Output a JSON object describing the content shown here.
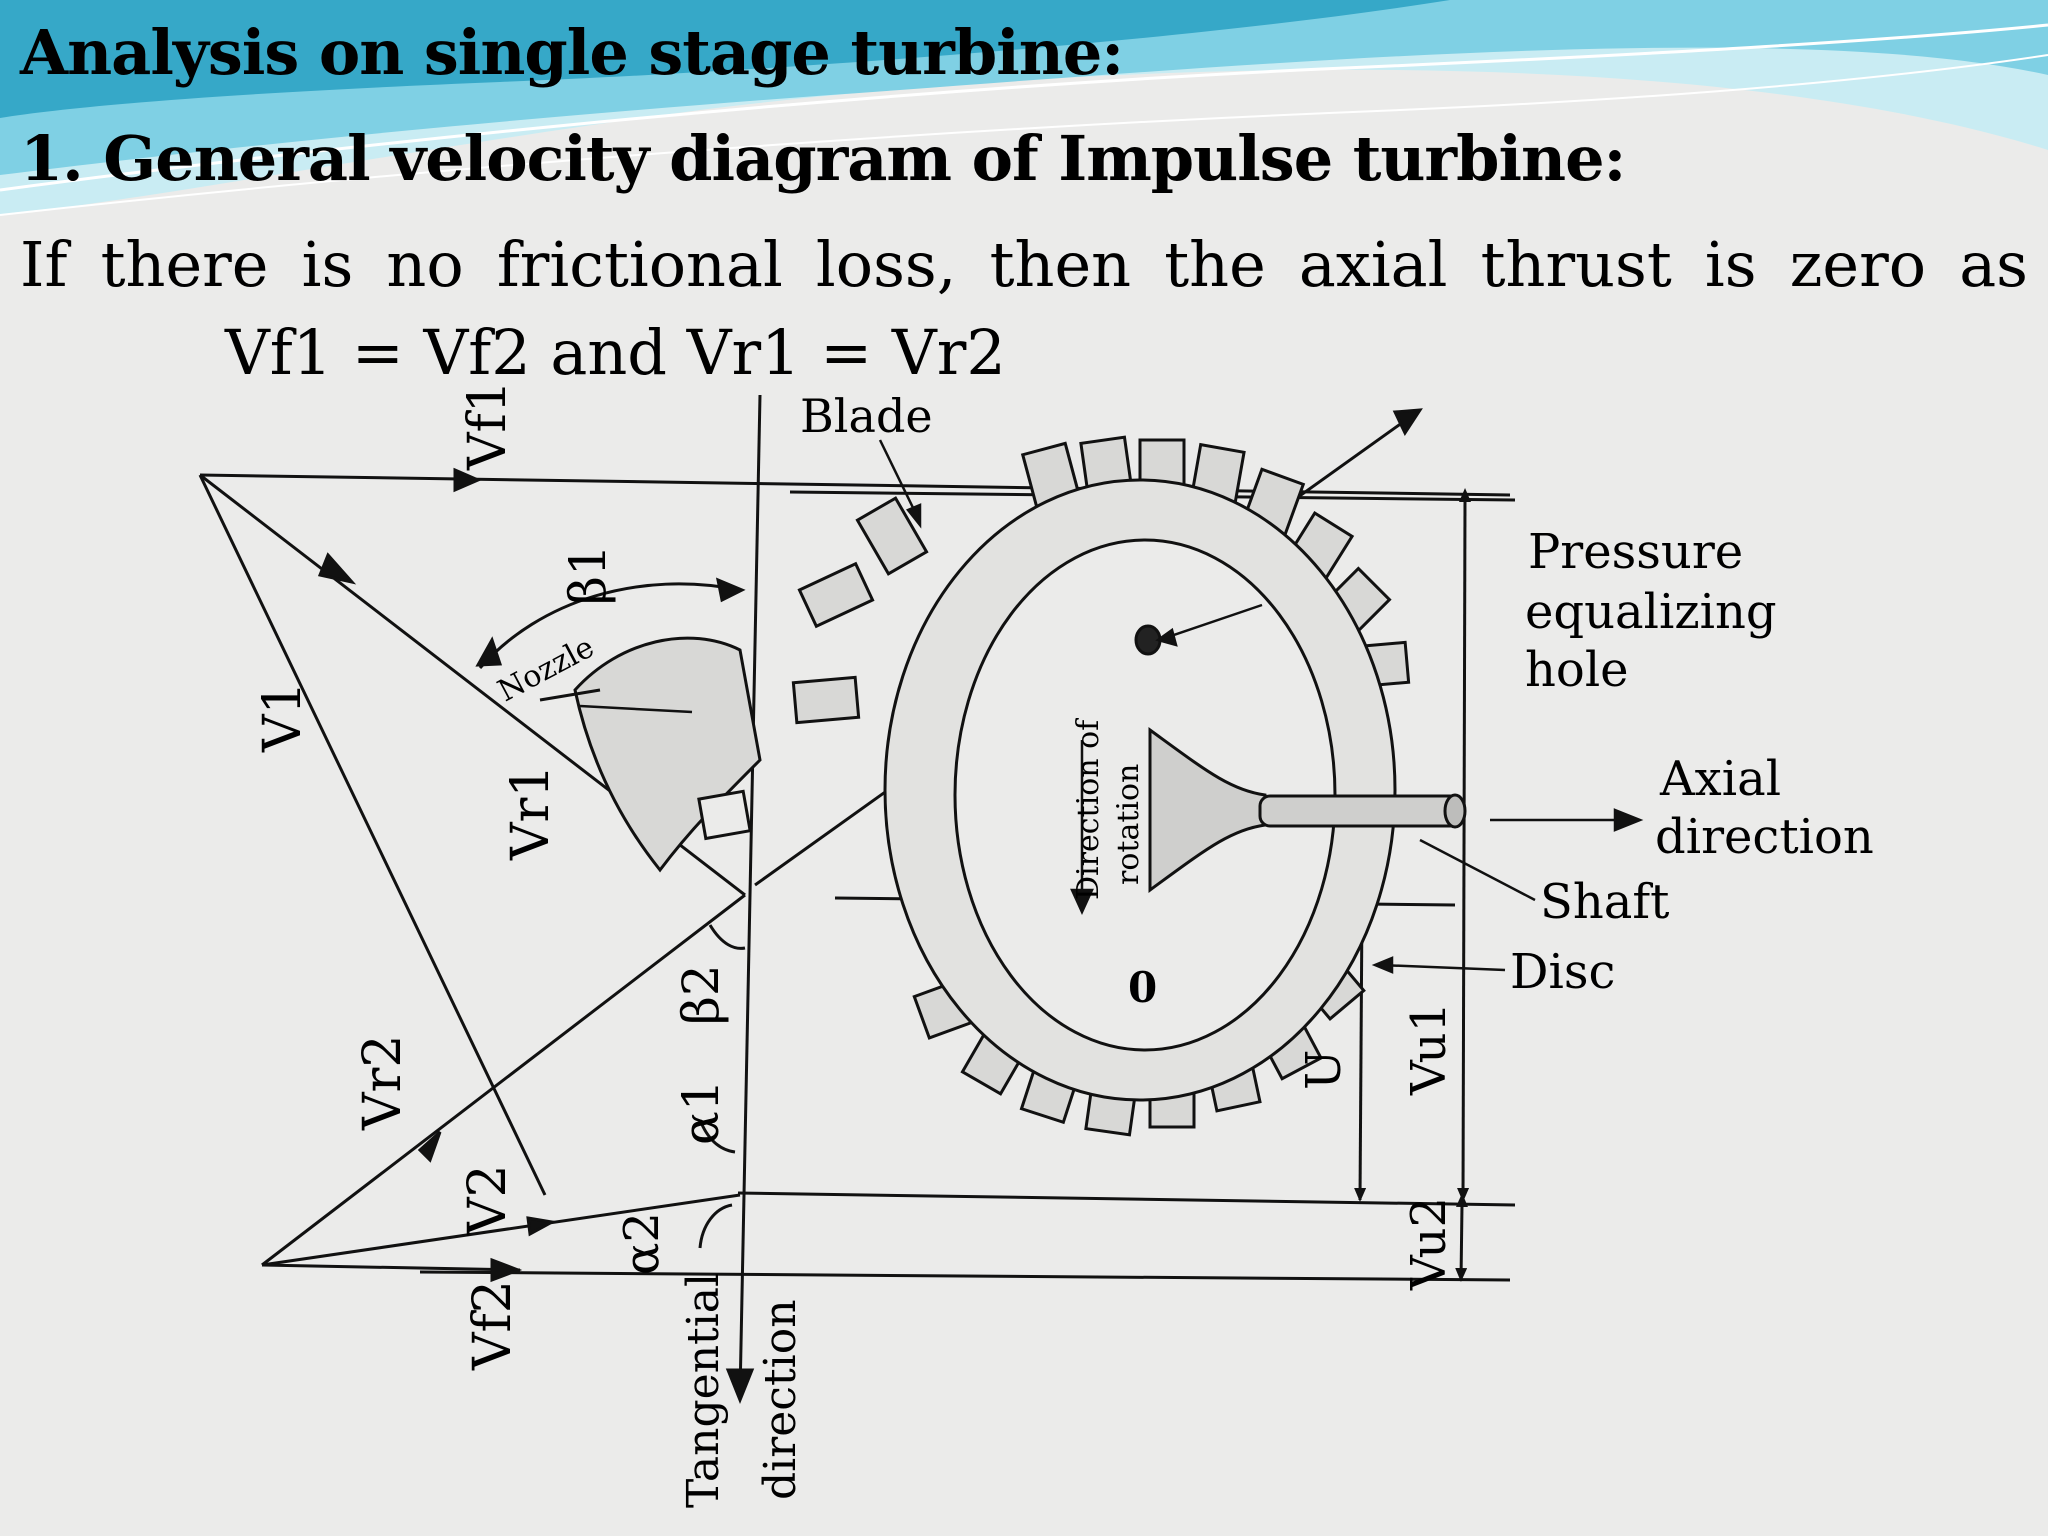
{
  "slide": {
    "heading": "Analysis on single stage turbine:",
    "subheading": "1. General velocity diagram of Impulse turbine:",
    "body_line_1": "If there is no frictional loss, then the axial thrust is zero as",
    "body_line_2": "Vf1 = Vf2 and Vr1 = Vr2"
  },
  "figure": {
    "labels": {
      "blade": "Blade",
      "pressure": "Pressure",
      "equalizing": "equalizing",
      "hole": "hole",
      "axial": "Axial",
      "direction": "direction",
      "shaft": "Shaft",
      "disc": "Disc",
      "nozzle": "Nozzle",
      "rotation_1": "Direction of",
      "rotation_2": "rotation",
      "tangential": "Tangential",
      "tangential_2": "direction",
      "origin": "0"
    },
    "symbols": {
      "vf1": "Vf1",
      "v1": "V1",
      "vr1": "Vr1",
      "beta1": "β1",
      "beta2": "β2",
      "alpha1": "α1",
      "vr2": "Vr2",
      "v2": "V2",
      "alpha2": "α2",
      "vf2": "Vf2",
      "u": "U",
      "vu1": "Vu1",
      "vu2": "Vu2"
    }
  },
  "colors": {
    "background": "#ebebea",
    "band_light": "#c9ecf3",
    "band_mid": "#7fd0e4",
    "band_dark": "#36a8c8"
  }
}
